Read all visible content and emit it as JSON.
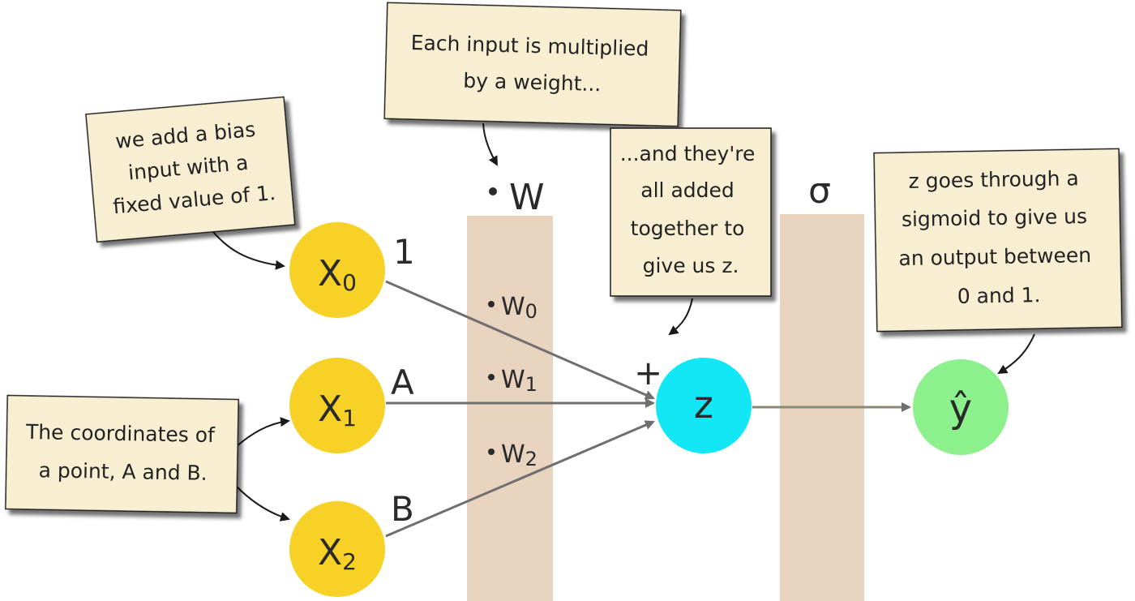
{
  "colors": {
    "band": "#e8d3be",
    "input_node": "#f7d125",
    "sum_node": "#12e8f5",
    "output_node": "#8cf08c",
    "note_fill": "#f8efd2",
    "arrow": "#6f6f6f"
  },
  "columns": {
    "weights_label": "W",
    "sigmoid_label": "σ"
  },
  "nodes": {
    "x0": {
      "base": "X",
      "sub": "0"
    },
    "x1": {
      "base": "X",
      "sub": "1"
    },
    "x2": {
      "base": "X",
      "sub": "2"
    },
    "z": {
      "label": "z"
    },
    "y": {
      "label": "ŷ"
    }
  },
  "edge_labels": {
    "x0": "1",
    "x1": "A",
    "x2": "B",
    "sum": "+"
  },
  "weights": {
    "w0": {
      "base": "W",
      "sub": "0"
    },
    "w1": {
      "base": "W",
      "sub": "1"
    },
    "w2": {
      "base": "W",
      "sub": "2"
    }
  },
  "notes": {
    "bias": [
      "we add a bias",
      "input with a",
      "fixed value of 1."
    ],
    "weight": [
      "Each input is multiplied",
      "by a weight..."
    ],
    "sum": [
      "...and they're",
      "all added",
      "together to",
      "give us z."
    ],
    "sigmoid": [
      "z goes through a",
      "sigmoid to give us",
      "an output between",
      "0 and 1."
    ],
    "coords": [
      "The coordinates of",
      "a point, A and B."
    ]
  }
}
